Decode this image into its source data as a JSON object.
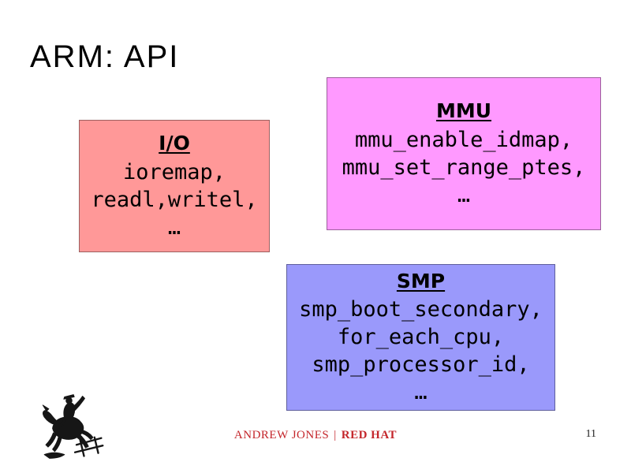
{
  "slide": {
    "title": "ARM: API",
    "page_number": "11"
  },
  "footer": {
    "author": "ANDREW JONES",
    "separator": "|",
    "company": "RED HAT",
    "text_color": "#c4262b"
  },
  "boxes": {
    "io": {
      "title": "I/O",
      "lines": [
        "ioremap,",
        "readl,writel,",
        "…"
      ],
      "bg_color": "#ff9898",
      "border_color": "#9c5f5f"
    },
    "mmu": {
      "title": "MMU",
      "lines": [
        "mmu_enable_idmap,",
        "mmu_set_range_ptes,",
        "…"
      ],
      "bg_color": "#ff99ff",
      "border_color": "#9c5f9c"
    },
    "smp": {
      "title": "SMP",
      "lines": [
        "smp_boot_secondary,",
        "for_each_cpu,",
        "smp_processor_id,",
        "…"
      ],
      "bg_color": "#9a99fb",
      "border_color": "#5f5f9c"
    }
  },
  "icons": {
    "logo": "bucking-bronco"
  }
}
